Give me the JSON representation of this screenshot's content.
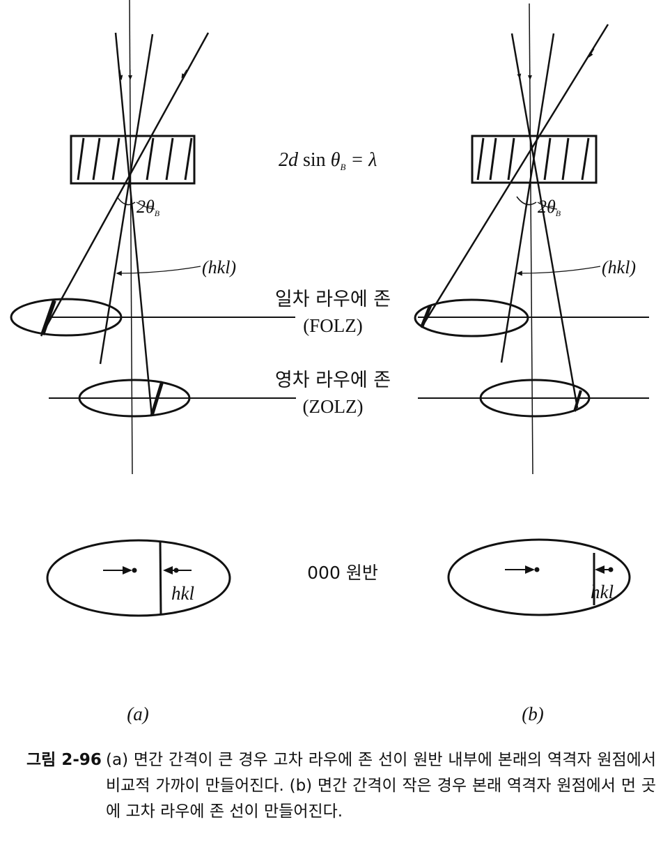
{
  "figure": {
    "equation": {
      "lhs_2d": "2d",
      "sin": " sin ",
      "theta": "θ",
      "sub_B": "B",
      "rhs": " = λ"
    },
    "angle_label": {
      "two": "2θ",
      "sub_B": "B"
    },
    "plane_label": "(hkl)",
    "folz_label": "일차 라우에 존",
    "folz_abbr": "(FOLZ)",
    "zolz_label": "영차 라우에 존",
    "zolz_abbr": "(ZOLZ)",
    "disc_label": "000 원반",
    "hkl_label": "hkl",
    "panel_a": "(a)",
    "panel_b": "(b)"
  },
  "caption": {
    "label": "그림 2-96",
    "text": "(a) 면간 간격이 큰 경우 고차 라우에 존 선이 원반 내부에 본래의 역격자 원점에서 비교적 가까이 만들어진다. (b) 면간 간격이 작은 경우 본래 역격자 원점에서 먼 곳에 고차 라우에 존 선이 만들어진다."
  }
}
